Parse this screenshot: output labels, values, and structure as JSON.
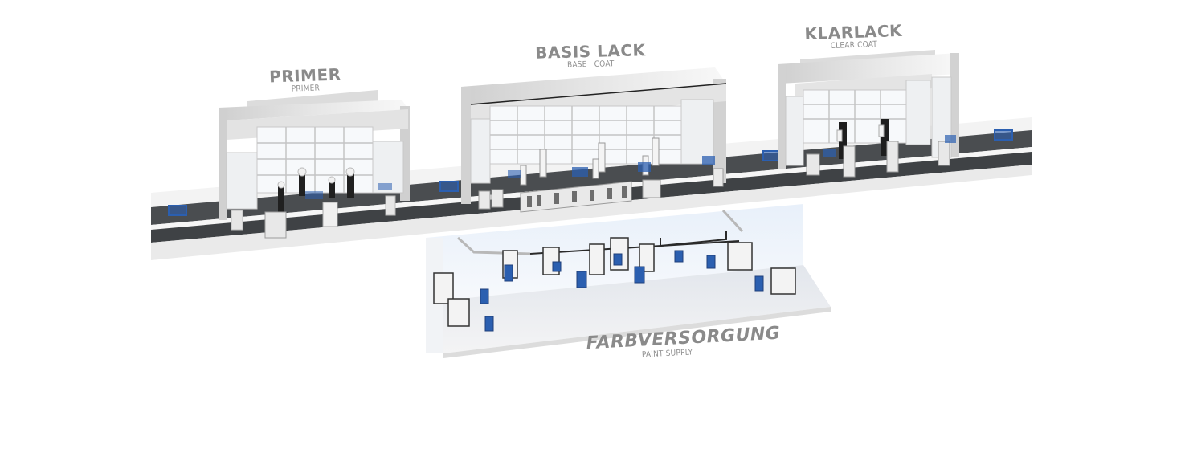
{
  "stations": [
    {
      "id": "primer",
      "title": "PRIMER",
      "subtitle": "PRIMER"
    },
    {
      "id": "basecoat",
      "title": "BASIS LACK",
      "subtitle": "BASE   COAT"
    },
    {
      "id": "clearcoat",
      "title": "KLARLACK",
      "subtitle": "CLEAR COAT"
    }
  ],
  "supply": {
    "title": "FARBVERSORGUNG",
    "subtitle": "PAINT SUPPLY"
  },
  "colors": {
    "background": "#ffffff",
    "conveyor_belt": "#4a4d50",
    "conveyor_rail": "#f2f2f2",
    "booth_frame": "#d8d8d8",
    "booth_glass": "#f7f9fb",
    "carrier_blue": "#2b5fb0",
    "label_gray": "#8a8a8a",
    "supply_floor": "#eeeeef"
  }
}
